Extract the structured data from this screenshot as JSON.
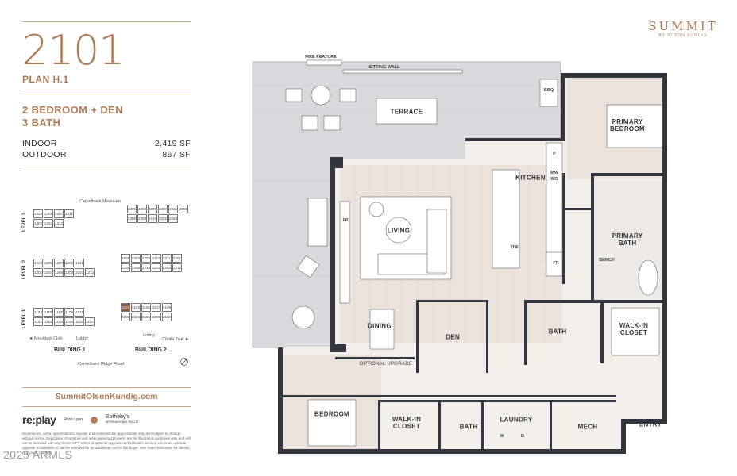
{
  "unit": {
    "number": "2101",
    "plan": "PLAN H.1",
    "beds": "2 BEDROOM + DEN",
    "baths": "3 BATH"
  },
  "areas": [
    {
      "label": "INDOOR",
      "value": "2,419 SF"
    },
    {
      "label": "OUTDOOR",
      "value": "867 SF"
    }
  ],
  "key_map": {
    "top_label": "Camelback Mountain",
    "bottom_label": "Camelback Ridge Road",
    "levels": [
      "LEVEL 3",
      "LEVEL 2",
      "LEVEL 1"
    ],
    "building1": "BUILDING 1",
    "building2": "BUILDING 2",
    "mountain_club": "◄ Mountain Club",
    "lobby1": "Lobby",
    "lobby2": "Lobby",
    "cholla": "Cholla Trail ►",
    "l3_b1": [
      "1305",
      "1303",
      "1307",
      "1311",
      "1302",
      "1304",
      "1312"
    ],
    "l3_b2": [
      "2309",
      "2303",
      "2305",
      "2307",
      "2311",
      "2301",
      "2306",
      "2308",
      "2310",
      "2302",
      "2304"
    ],
    "l2_b1": [
      "1203",
      "1205",
      "1207",
      "1209",
      "1211",
      "1202",
      "1204",
      "1206",
      "1208",
      "1210",
      "1212"
    ],
    "l2_b2": [
      "2209",
      "2203",
      "2205",
      "2207",
      "2211",
      "2201",
      "2206",
      "2208",
      "2210",
      "2202",
      "2204",
      "2212"
    ],
    "l1_b1": [
      "1103",
      "1105",
      "1107",
      "1109",
      "1111",
      "1101",
      "1104",
      "1106",
      "1108",
      "1110",
      "1112"
    ],
    "l1_b2": [
      "2101",
      "2103",
      "2105",
      "2107",
      "2109",
      "2102",
      "2104",
      "2106",
      "2108",
      "2112"
    ]
  },
  "site_link": "SummitOlsonKundig.com",
  "logos": {
    "replay": "re:play",
    "russ": "Russ Lyon",
    "sothebys": "Sotheby's",
    "sothebys_sub": "INTERNATIONAL REALTY"
  },
  "disclaimer": "Dimensions, sizes, specifications, layouts and materials are approximate only and subject to change without notice. Depictions of furniture and other personal property are for illustration purposes only and will not be included with any home. OPT refers to optional upgrade and indicates an area where an optional upgrade is available or can be selected for an additional cost to the buyer. See Sales Executive for details. Copyright © 2025.",
  "watermark": "2025 ARMLS",
  "brand": {
    "name": "SUMMIT",
    "sub": "BY OLSON KUNDIG"
  },
  "rooms": {
    "fire_feature": "FIRE FEATURE",
    "sitting_wall": "SITTING WALL",
    "bbq": "BBQ",
    "terrace": "TERRACE",
    "primary_bedroom_1": "PRIMARY",
    "primary_bedroom_2": "BEDROOM",
    "kitchen": "KITCHEN",
    "p": "P",
    "mw": "MW",
    "wo": "WO",
    "fp": "FP",
    "living": "LIVING",
    "dw": "DW",
    "fr": "FR",
    "primary_bath_1": "PRIMARY",
    "primary_bath_2": "BATH",
    "bench": "BENCH",
    "dining": "DINING",
    "den": "DEN",
    "bath_mid": "BATH",
    "walkin_closet_1": "WALK-IN",
    "walkin_closet_2": "CLOSET",
    "optional_upgrade": "OPTIONAL UPGRADE",
    "bedroom": "BEDROOM",
    "walkin2_1": "WALK-IN",
    "walkin2_2": "CLOSET",
    "bath_low": "BATH",
    "laundry": "LAUNDRY",
    "w": "W",
    "d": "D",
    "mech": "MECH",
    "entry": "ENTRY"
  },
  "colors": {
    "accent": "#b07b55",
    "wall": "#33363f",
    "floor": "#f2efea",
    "terrace": "#d9d9db",
    "wood": "#e9e3dc"
  }
}
